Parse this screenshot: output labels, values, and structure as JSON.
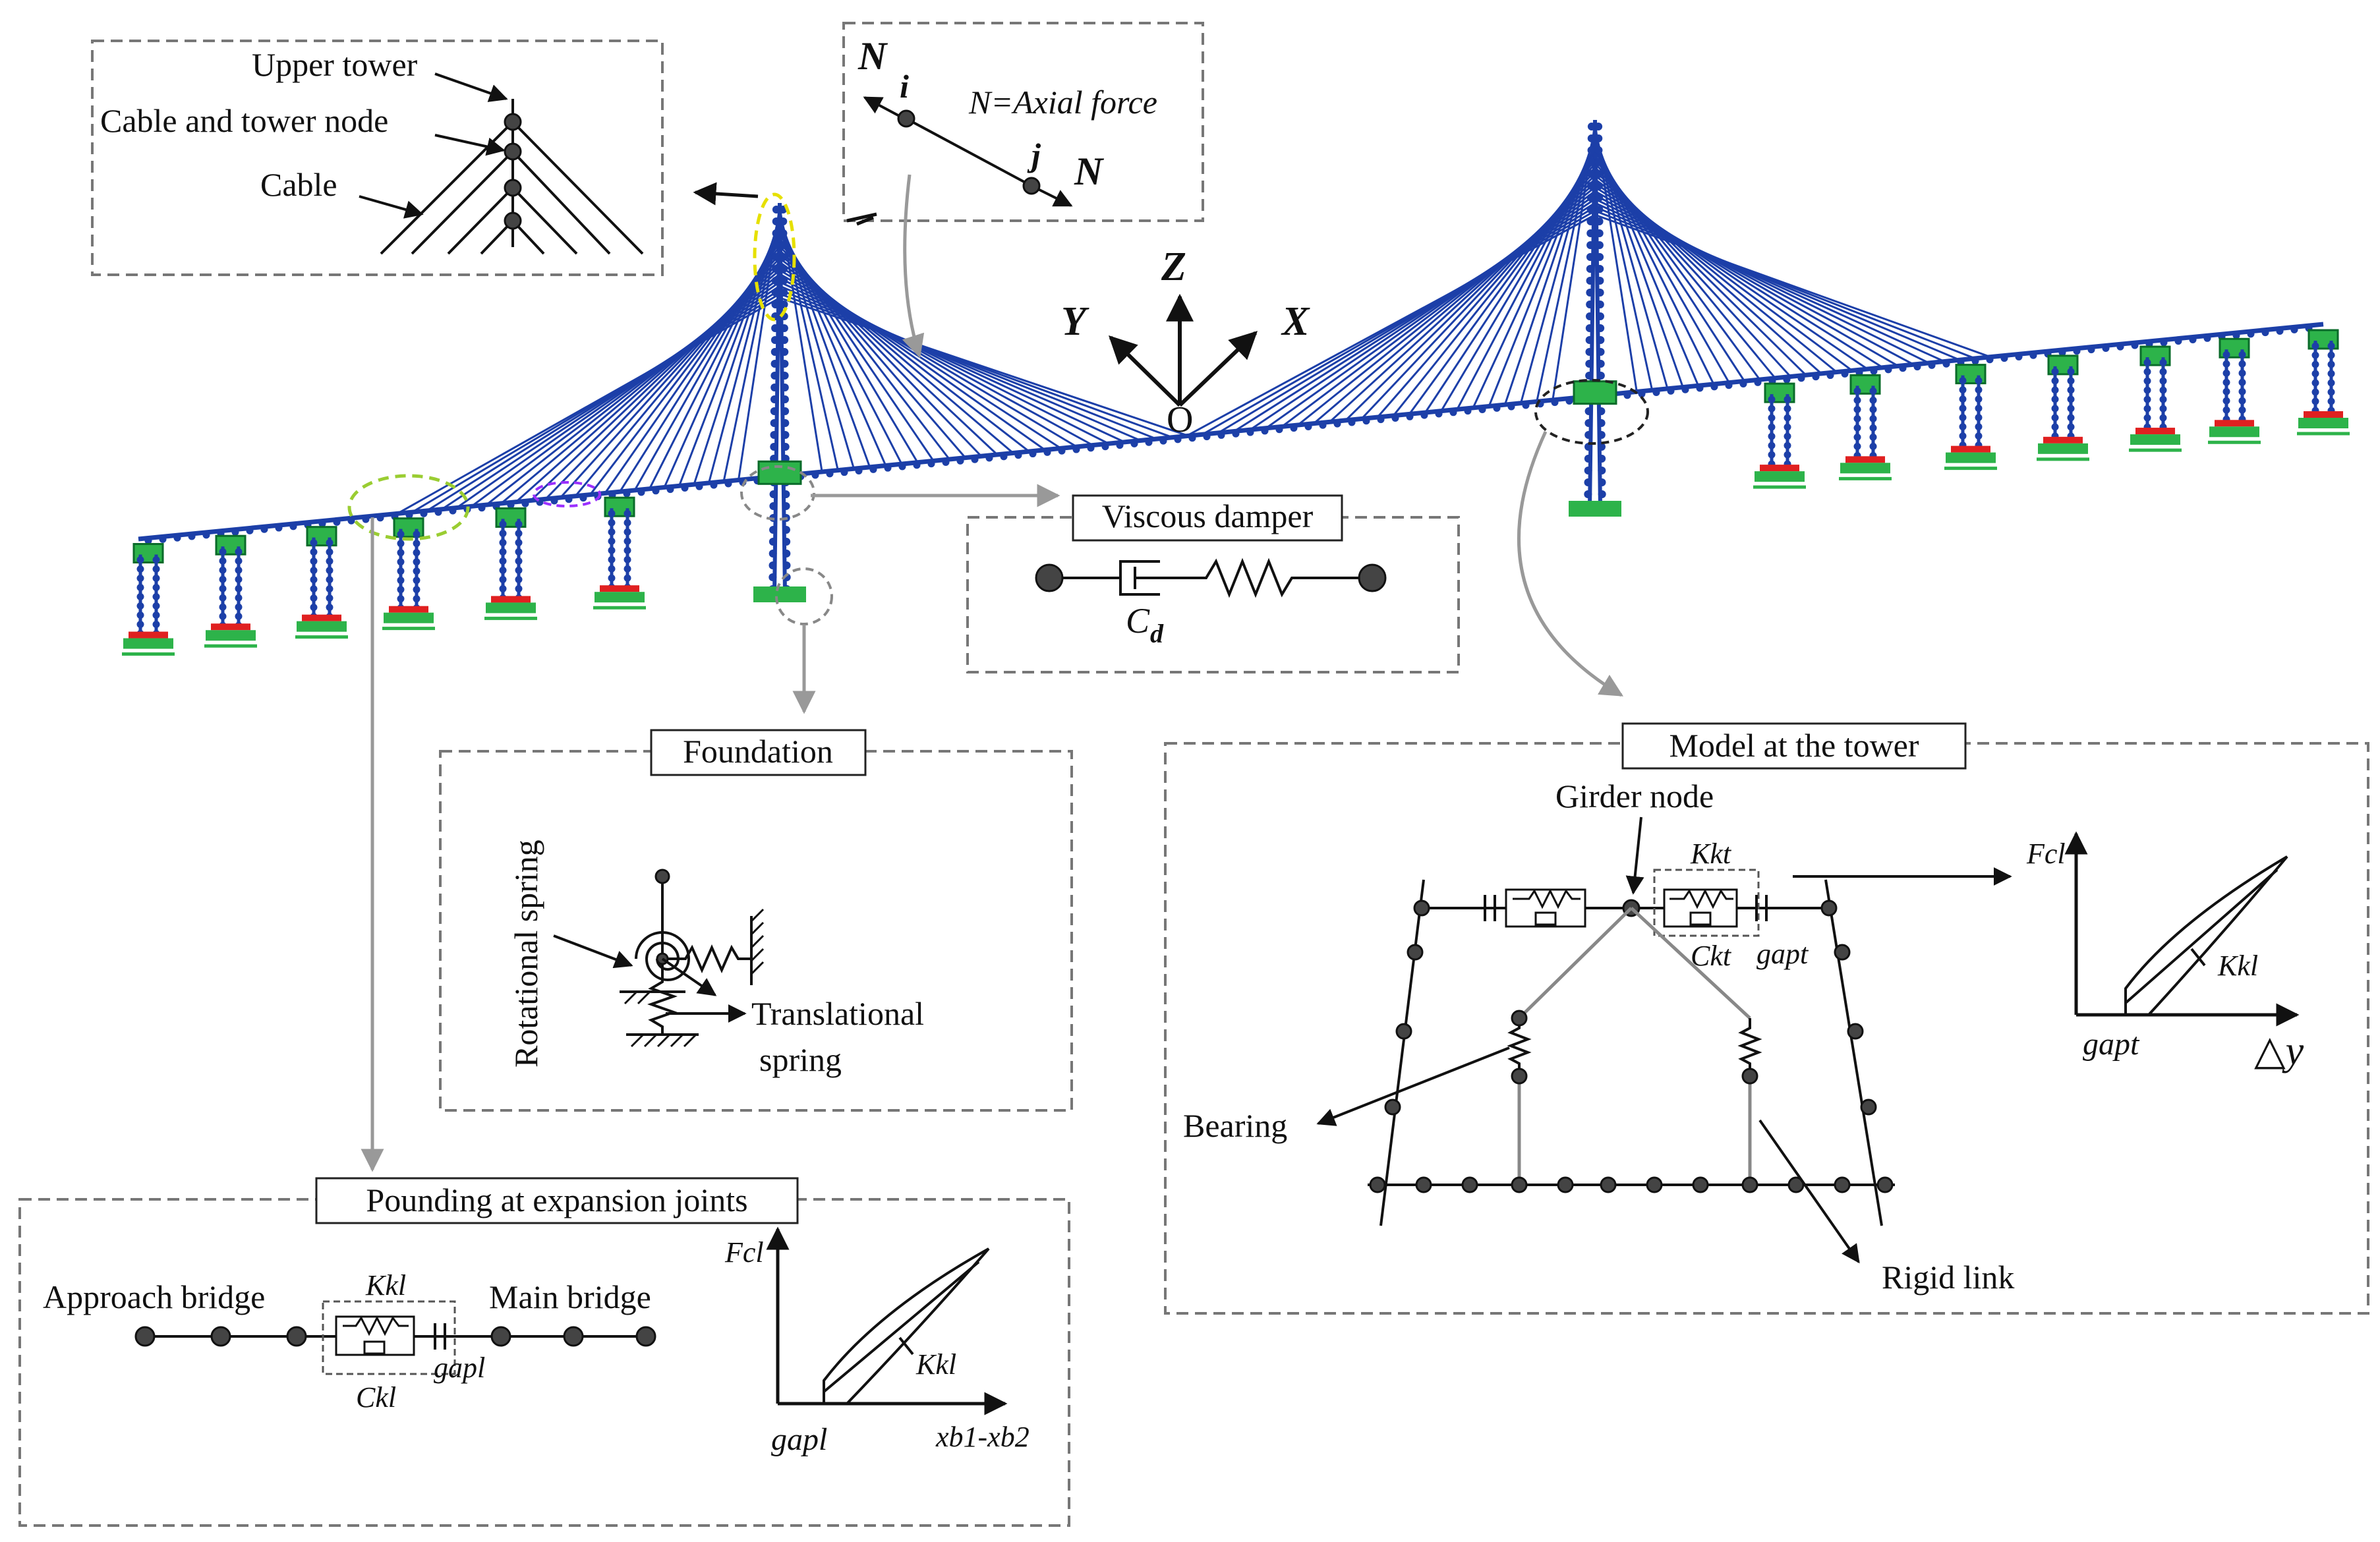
{
  "labels": {
    "upper_tower": "Upper tower",
    "cable_tower_node": "Cable and tower node",
    "cable": "Cable",
    "truss_N": "N",
    "truss_i": "i",
    "truss_j": "j",
    "axial_force": "N=Axial force",
    "axis_z": "Z",
    "axis_y": "Y",
    "axis_x": "X",
    "origin": "O",
    "viscous_damper": "Viscous damper",
    "cd": "C",
    "cd_sub": "d",
    "foundation": "Foundation",
    "rotational_spring": "Rotational spring",
    "translational_spring_1": "Translational",
    "translational_spring_2": "spring",
    "model_at_tower": "Model at the tower",
    "girder_node": "Girder node",
    "kkt": "Kkt",
    "ckt": "Ckt",
    "gapt": "gapt",
    "fcl_tower": "Fcl",
    "kkl_tower": "Kkl",
    "gapt_axis": "gapt",
    "delta_y": "△y",
    "bearing": "Bearing",
    "rigid_link": "Rigid link",
    "pounding": "Pounding at expansion joints",
    "approach_bridge": "Approach  bridge",
    "main_bridge": "Main bridge",
    "kkl": "Kkl",
    "ckl": "Ckl",
    "gapl": "gapl",
    "fcl_exp": "Fcl",
    "kkl_exp": "Kkl",
    "gapl_axis": "gapl",
    "xb_axis": "xb1-xb2"
  },
  "colors": {
    "bridge_blue": "#1c3fa8",
    "pier_green": "#2db34a",
    "bearing_red": "#e02020",
    "box_dash": "#777777",
    "callout_yellow": "#e6e000",
    "callout_green": "#9acd32",
    "callout_purple": "#9b30ff",
    "arrow_gray": "#999999"
  }
}
